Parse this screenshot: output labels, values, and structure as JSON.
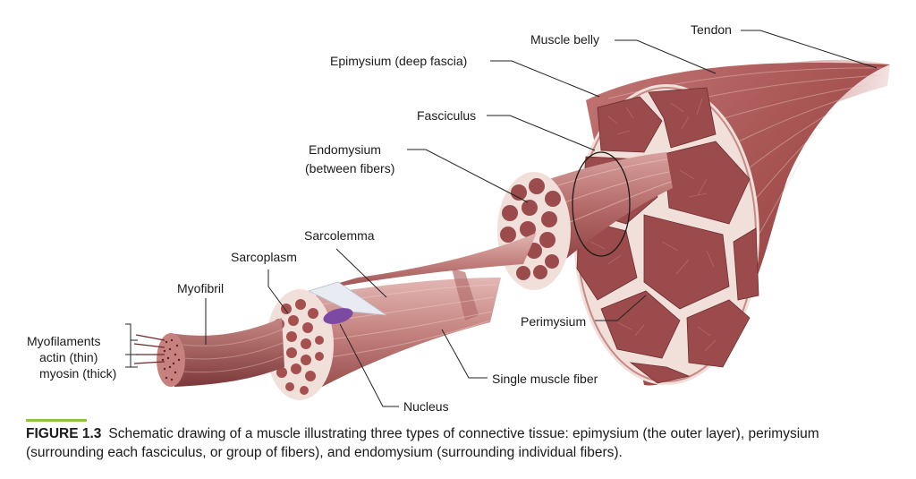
{
  "labels": {
    "tendon": "Tendon",
    "muscle_belly": "Muscle belly",
    "epimysium": "Epimysium (deep fascia)",
    "fasciculus": "Fasciculus",
    "endomysium_1": "Endomysium",
    "endomysium_2": "(between fibers)",
    "sarcolemma": "Sarcolemma",
    "sarcoplasm": "Sarcoplasm",
    "myofibril": "Myofibril",
    "myofilaments": "Myofilaments",
    "actin": "actin (thin)",
    "myosin": "myosin (thick)",
    "perimysium": "Perimysium",
    "single_fiber": "Single muscle fiber",
    "nucleus": "Nucleus"
  },
  "caption": {
    "figure_number": "FIGURE 1.3",
    "text": "Schematic drawing of a muscle illustrating three types of connective tissue: epimysium (the outer layer), perimysium (surrounding each fasciculus, or group of fibers), and endomysium (surrounding individual fibers)."
  },
  "colors": {
    "muscle": "#a8585a",
    "muscle_dark": "#7e3536",
    "muscle_light": "#d9a3a1",
    "connective": "#f1dfda",
    "nucleus": "#7d4aa3",
    "accent_rule": "#8cc63f"
  }
}
